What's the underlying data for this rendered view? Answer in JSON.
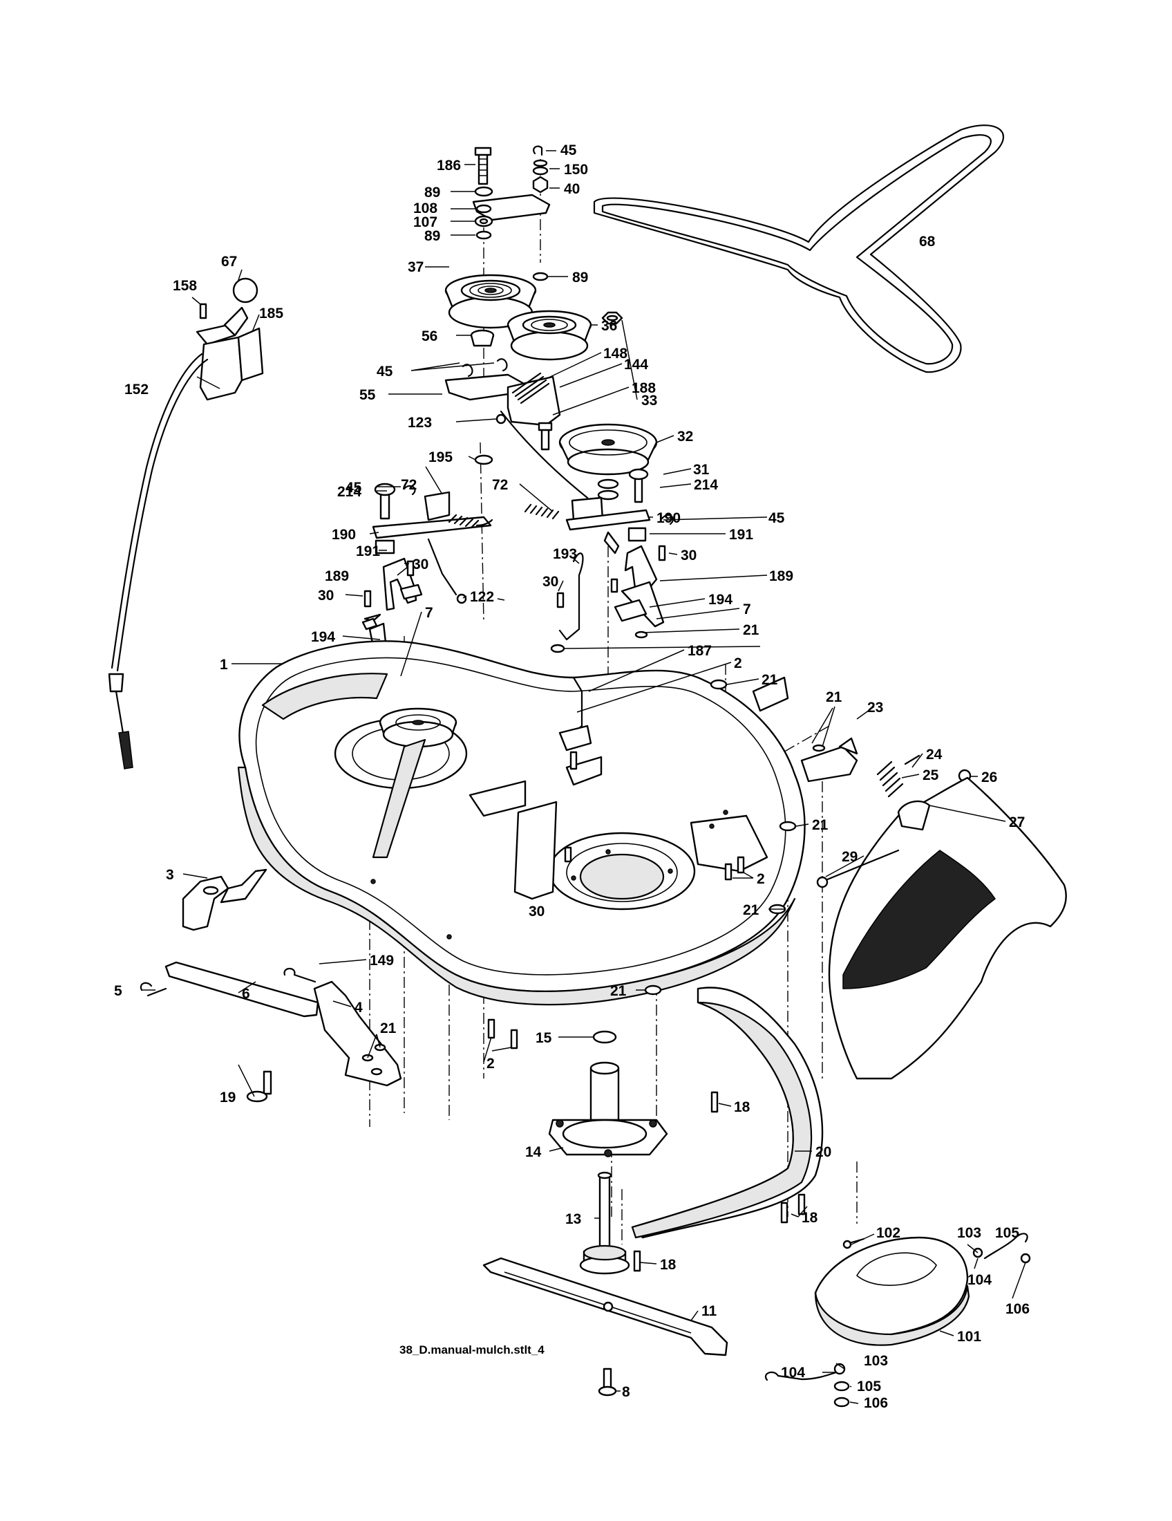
{
  "diagram": {
    "caption": "38_D.manual-mulch.stlt_4",
    "callouts": [
      "1",
      "2",
      "3",
      "4",
      "5",
      "6",
      "7",
      "8",
      "11",
      "13",
      "14",
      "15",
      "18",
      "19",
      "20",
      "21",
      "23",
      "24",
      "25",
      "26",
      "27",
      "29",
      "30",
      "31",
      "32",
      "33",
      "36",
      "37",
      "40",
      "45",
      "55",
      "56",
      "67",
      "68",
      "72",
      "89",
      "101",
      "102",
      "103",
      "104",
      "105",
      "106",
      "107",
      "108",
      "122",
      "123",
      "144",
      "148",
      "149",
      "150",
      "152",
      "158",
      "185",
      "186",
      "187",
      "188",
      "189",
      "190",
      "191",
      "193",
      "194",
      "195",
      "214"
    ]
  }
}
